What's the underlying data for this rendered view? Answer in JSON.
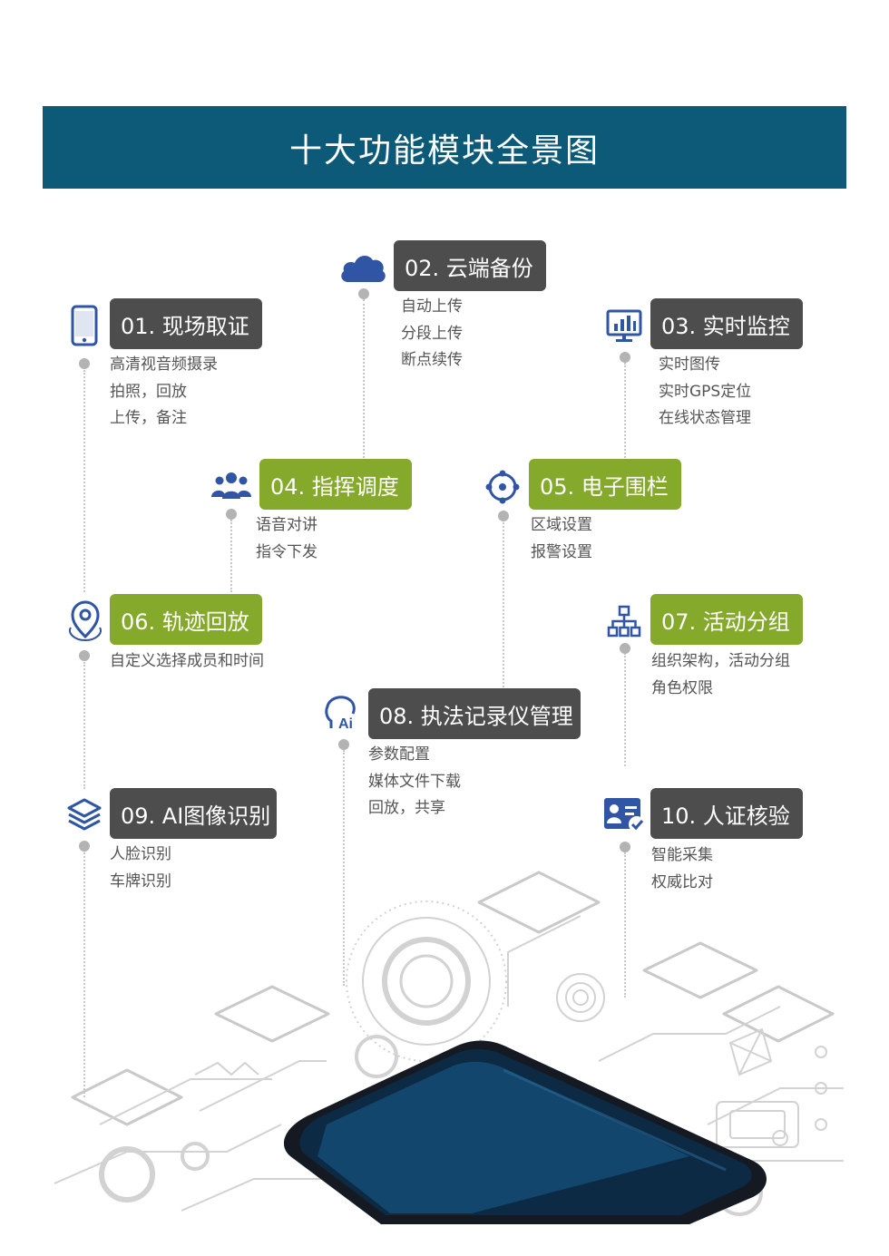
{
  "title": "十大功能模块全景图",
  "colors": {
    "banner": "#0c5a78",
    "dark_pill": "#4d4d4d",
    "green_pill": "#85aa2b",
    "icon_blue": "#2f55a4"
  },
  "modules": [
    {
      "title": "01. 现场取证",
      "icon": "phone-icon",
      "lines": [
        "高清视音频摄录",
        "拍照，回放",
        "上传，备注"
      ]
    },
    {
      "title": "02. 云端备份",
      "icon": "cloud-icon",
      "lines": [
        "自动上传",
        "分段上传",
        "断点续传"
      ]
    },
    {
      "title": "03. 实时监控",
      "icon": "monitor-chart-icon",
      "lines": [
        "实时图传",
        "实时GPS定位",
        "在线状态管理"
      ]
    },
    {
      "title": "04. 指挥调度",
      "icon": "group-icon",
      "lines": [
        "语音对讲",
        "指令下发"
      ]
    },
    {
      "title": "05. 电子围栏",
      "icon": "target-icon",
      "lines": [
        "区域设置",
        "报警设置"
      ]
    },
    {
      "title": "06. 轨迹回放",
      "icon": "location-pin-icon",
      "lines": [
        "自定义选择成员和时间"
      ]
    },
    {
      "title": "07. 活动分组",
      "icon": "org-chart-icon",
      "lines": [
        "组织架构，活动分组",
        "角色权限"
      ]
    },
    {
      "title": "08. 执法记录仪管理",
      "icon": "ai-head-icon",
      "lines": [
        "参数配置",
        "媒体文件下载",
        "回放，共享"
      ]
    },
    {
      "title": "09. AI图像识别",
      "icon": "layers-icon",
      "lines": [
        "人脸识别",
        "车牌识别"
      ]
    },
    {
      "title": "10. 人证核验",
      "icon": "id-card-check-icon",
      "lines": [
        "智能采集",
        "权威比对"
      ]
    }
  ]
}
